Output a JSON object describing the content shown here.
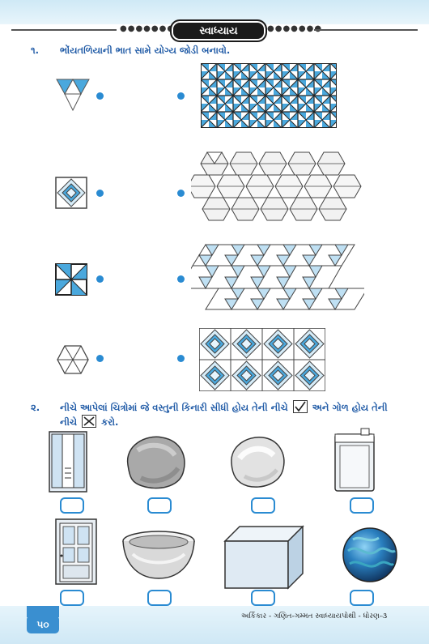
{
  "header": {
    "title": "સ્વાધ્યાય"
  },
  "q1": {
    "number": "૧.",
    "text": "ભોંયતળિયાની ભાત સામે યોગ્ય જોડી બનાવો."
  },
  "q2": {
    "number": "૨.",
    "text_line1": "નીચે આપેલાં ચિત્રોમાં જે વસ્તુની કિનારી સીધી હોય તેની નીચે",
    "text_tick_after": "અને ગોળ હોય તેની",
    "text_line2": "નીચે",
    "text_cross_after": "કરો."
  },
  "q2_objects": [
    "wardrobe-icon",
    "rock-icon",
    "stone-icon",
    "jerrycan-icon",
    "door-icon",
    "bowl-icon",
    "box-icon",
    "ball-icon"
  ],
  "colors": {
    "accent": "#1f5aa6",
    "tile_blue": "#4aa8dd",
    "border": "#2a8bd2"
  },
  "footer": {
    "text": "અર્કિકાર - ગણિત-ગમ્મત સ્વાધ્યાયપોથી - ધોરણ-૩",
    "page_number": "૫૦"
  }
}
